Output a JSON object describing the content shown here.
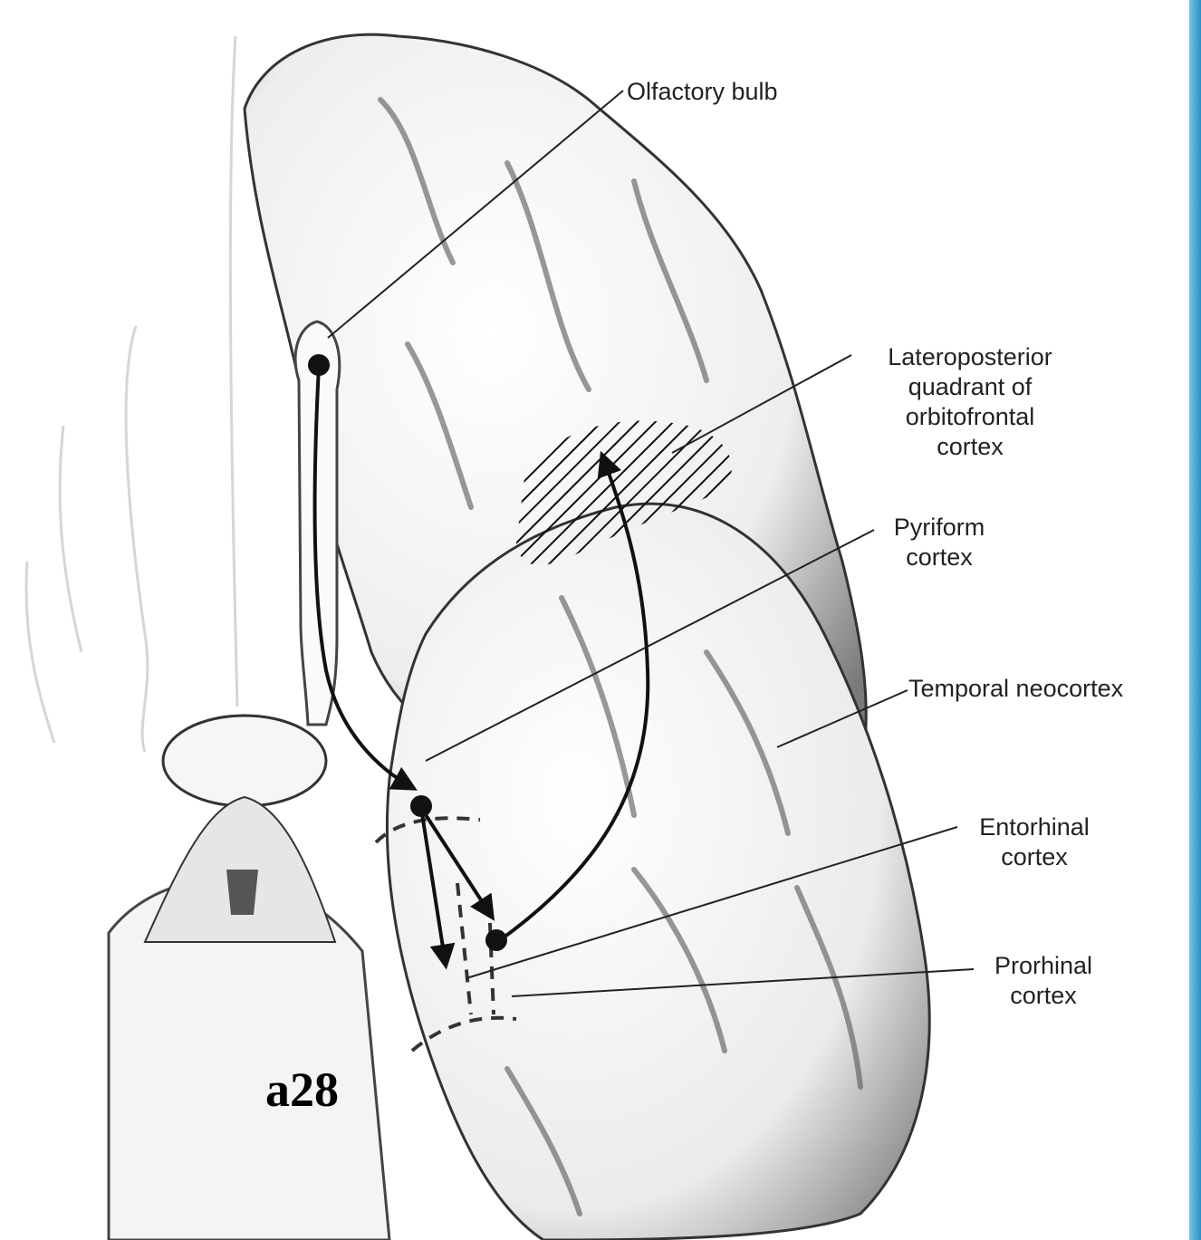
{
  "figure_id": "a28",
  "labels": {
    "olfactory_bulb": [
      "Olfactory bulb"
    ],
    "lateroposterior": [
      "Lateroposterior",
      "quadrant of",
      "orbitofrontal",
      "cortex"
    ],
    "pyriform": [
      "Pyriform",
      "cortex"
    ],
    "temporal": [
      "Temporal neocortex"
    ],
    "entorhinal": [
      "Entorhinal",
      "cortex"
    ],
    "prorhinal": [
      "Prorhinal",
      "cortex"
    ]
  },
  "colors": {
    "ink": "#111111",
    "accent_bar": "#3a9ad4"
  }
}
